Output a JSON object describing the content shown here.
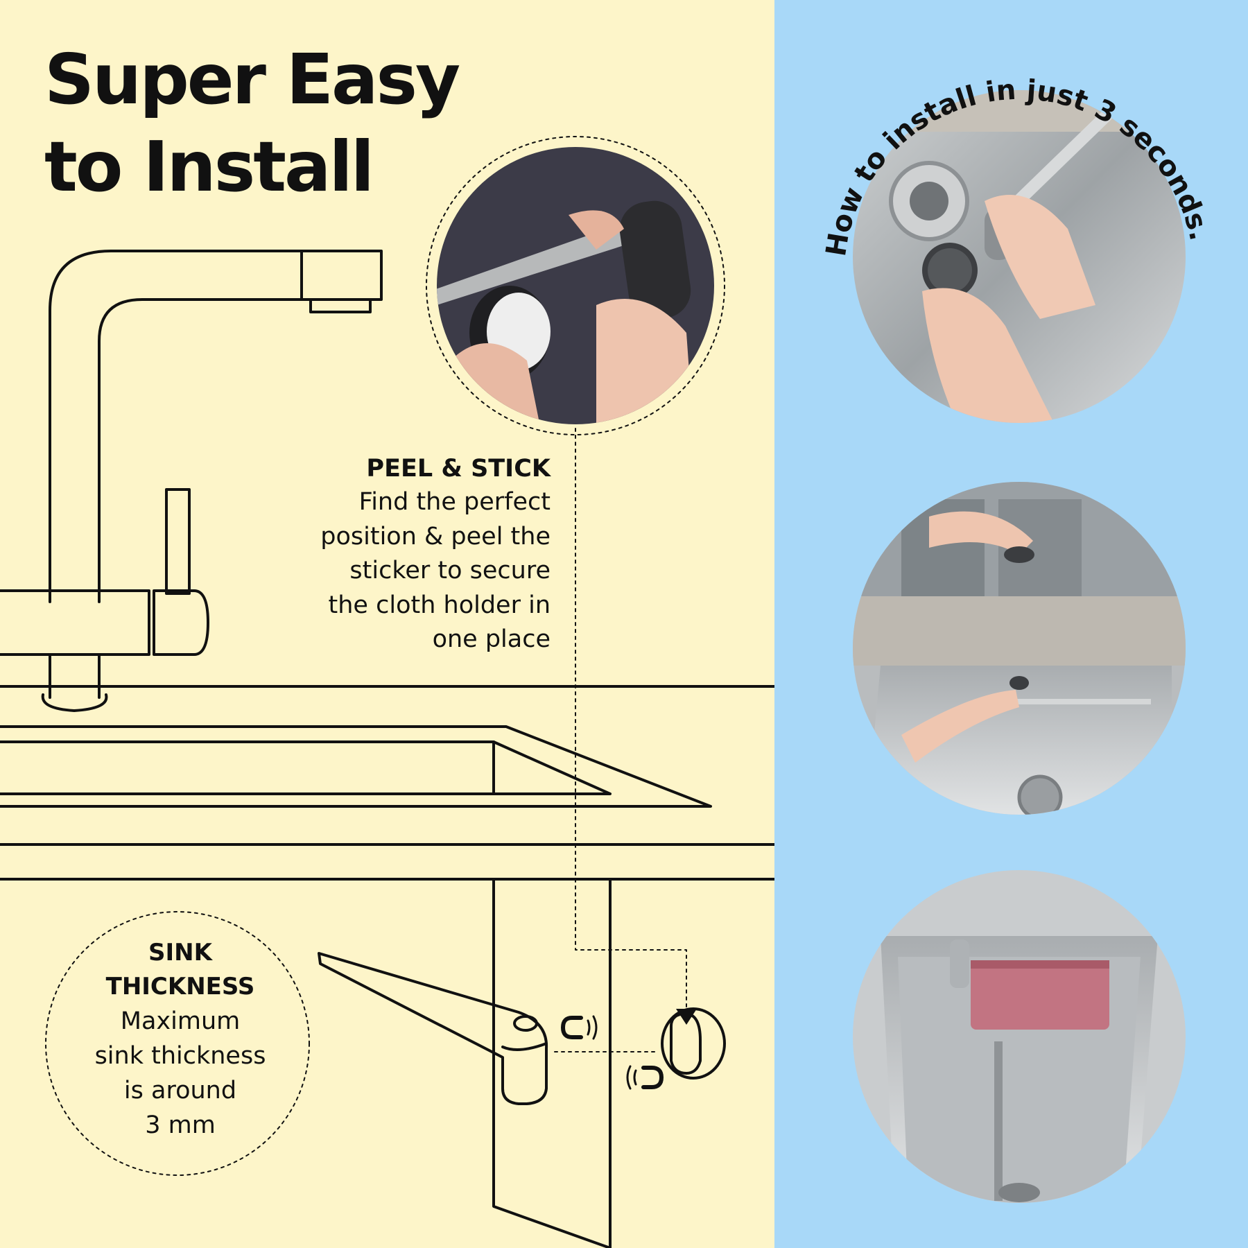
{
  "headline": {
    "line1": "Super Easy",
    "line2": "to Install"
  },
  "peel_stick": {
    "heading": "PEEL & STICK",
    "lines": [
      "Find the perfect",
      "position & peel the",
      "sticker to secure",
      "the cloth holder in",
      "one place"
    ]
  },
  "sink_thickness": {
    "heading_line1": "SINK",
    "heading_line2": "THICKNESS",
    "lines": [
      "Maximum",
      "sink thickness",
      "is around",
      "3 mm"
    ]
  },
  "install_steps_caption": "How to install in just 3 seconds.",
  "photos": [
    {
      "name": "photo-peel-sticker",
      "depicts": "hands peeling 3M adhesive from magnetic mount"
    },
    {
      "name": "photo-step-1",
      "depicts": "holding magnet and holder over sink drain"
    },
    {
      "name": "photo-step-2",
      "depicts": "attaching holder under sink edge"
    },
    {
      "name": "photo-step-3",
      "depicts": "pink cloth hanging on installed holder"
    }
  ],
  "icons": [
    "magnet-icon",
    "magnet-icon",
    "arrow-down-icon"
  ],
  "colors": {
    "left_background": "#fdf5c9",
    "right_background": "#a8d8f8",
    "line_color": "#111111"
  }
}
